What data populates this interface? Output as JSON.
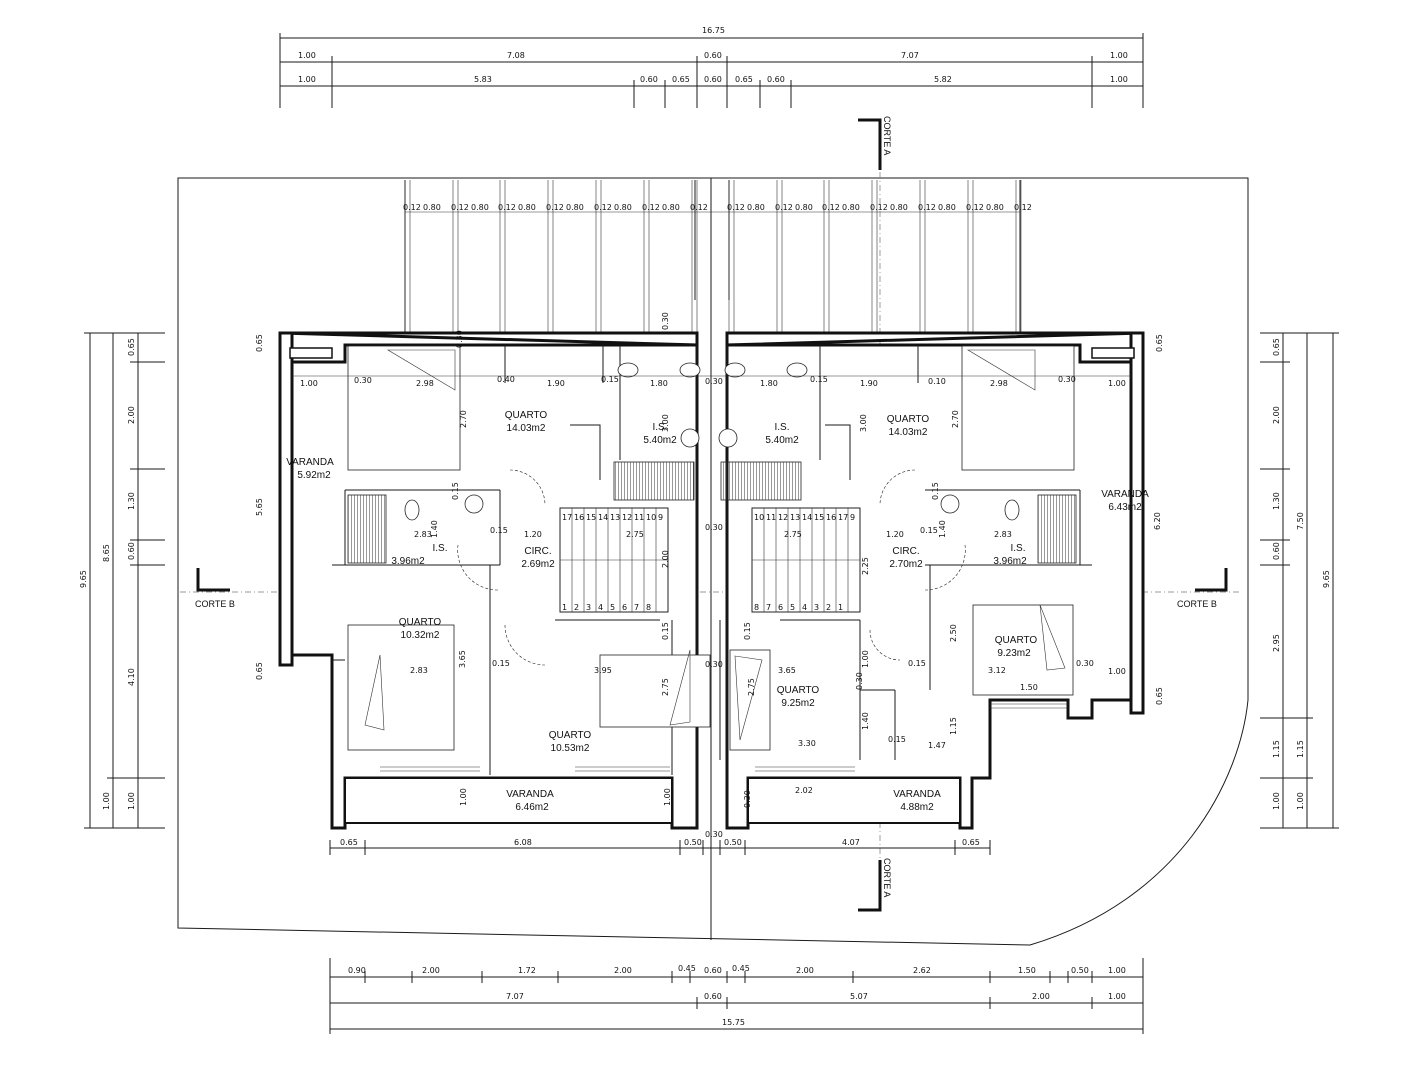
{
  "colors": {
    "ink": "#111111",
    "paper": "#ffffff"
  },
  "dims_top": {
    "total": "16.75",
    "row2": [
      "1.00",
      "7.08",
      "0.60",
      "7.07",
      "1.00"
    ],
    "row3": [
      "1.00",
      "5.83",
      "0.60",
      "0.65",
      "0.60",
      "0.65",
      "0.60",
      "5.82",
      "1.00"
    ]
  },
  "dims_bottom": {
    "row1": [
      "0.90",
      "2.00",
      "1.72",
      "2.00",
      "0.45",
      "0.60",
      "0.45",
      "2.00",
      "2.62",
      "1.50",
      "0.50",
      "1.00"
    ],
    "row2": [
      "7.07",
      "0.60",
      "5.07",
      "2.00",
      "1.00"
    ],
    "total": "15.75"
  },
  "dims_left": {
    "outer": "9.65",
    "mid": "8.65",
    "inner": [
      "0.65",
      "2.00",
      "1.30",
      "0.60",
      "4.10",
      "1.00"
    ],
    "bottom_outer": "1.00"
  },
  "dims_right": {
    "outer": "9.65",
    "mid": "7.50",
    "inner": [
      "0.65",
      "2.00",
      "1.30",
      "0.60",
      "2.95",
      "1.15",
      "1.00"
    ],
    "inner2": [
      "1.15",
      "1.00"
    ]
  },
  "dims_below_plan": [
    "0.65",
    "6.08",
    "0.50",
    "0.30",
    "0.50",
    "4.07",
    "0.65"
  ],
  "pergola": [
    "0.12",
    "0.80"
  ],
  "cortes": {
    "a_top": "CORTE A",
    "a_bottom": "CORTE A",
    "b_left": "CORTE B",
    "b_right": "CORTE B"
  },
  "rooms": {
    "quarto_tl": {
      "name": "QUARTO",
      "area": "14.03m2"
    },
    "is_tl": {
      "name": "I.S.",
      "area": "5.40m2"
    },
    "is_tr": {
      "name": "I.S.",
      "area": "5.40m2"
    },
    "quarto_tr": {
      "name": "QUARTO",
      "area": "14.03m2"
    },
    "varanda_l": {
      "name": "VARANDA",
      "area": "5.92m2"
    },
    "varanda_r": {
      "name": "VARANDA",
      "area": "6.43m2"
    },
    "is_ml": {
      "name": "I.S.",
      "area": "3.96m2"
    },
    "circ_l": {
      "name": "CIRC.",
      "area": "2.69m2"
    },
    "circ_r": {
      "name": "CIRC.",
      "area": "2.70m2"
    },
    "is_mr": {
      "name": "I.S.",
      "area": "3.96m2"
    },
    "quarto_ml": {
      "name": "QUARTO",
      "area": "10.32m2"
    },
    "quarto_bl": {
      "name": "QUARTO",
      "area": "10.53m2"
    },
    "quarto_bc": {
      "name": "QUARTO",
      "area": "9.25m2"
    },
    "quarto_mr": {
      "name": "QUARTO",
      "area": "9.23m2"
    },
    "varanda_bl": {
      "name": "VARANDA",
      "area": "6.46m2"
    },
    "varanda_br": {
      "name": "VARANDA",
      "area": "4.88m2"
    }
  },
  "inner_dims": {
    "d1": "0.30",
    "d2": "2.98",
    "d3": "0.40",
    "d4": "1.90",
    "d5": "0.15",
    "d6": "1.80",
    "d7": "0.30",
    "d8": "1.80",
    "d9": "0.15",
    "d10": "1.90",
    "d11": "0.10",
    "d12": "2.98",
    "d13": "0.30",
    "d14": "1.00",
    "d15": "1.00",
    "d16": "2.70",
    "d17": "3.00",
    "d18": "3.00",
    "d19": "2.70",
    "d20": "2.83",
    "d21": "0.15",
    "d22": "1.20",
    "d23": "2.75",
    "d24": "2.75",
    "d25": "1.20",
    "d26": "0.15",
    "d27": "2.83",
    "d28": "1.40",
    "d29": "1.40",
    "d30": "5.65",
    "d31": "6.20",
    "d32": "2.00",
    "d33": "2.25",
    "d34": "2.83",
    "d35": "3.65",
    "d36": "3.95",
    "d37": "3.65",
    "d38": "2.75",
    "d39": "2.75",
    "d40": "2.50",
    "d41": "3.12",
    "d42": "1.50",
    "d43": "1.00",
    "d44": "0.30",
    "d45": "0.30",
    "d46": "1.40",
    "d47": "3.30",
    "d48": "0.15",
    "d49": "1.47",
    "d50": "1.15",
    "d51": "2.02",
    "d52": "1.00",
    "d53": "1.00",
    "d54": "0.30",
    "d55": "0.65",
    "d56": "0.65",
    "d57": "0.65",
    "d58": "0.65",
    "d59": "0.30",
    "d60": "0.15",
    "d61": "0.15",
    "d62": "0.15",
    "d63": "0.15",
    "d64": "0.30",
    "d65": "0.30",
    "d66": "0.30",
    "d67": "1.00",
    "d68": "0.15",
    "d69": "0.15"
  },
  "stairs_l": [
    "17",
    "16",
    "15",
    "14",
    "13",
    "12",
    "11",
    "10",
    "9",
    "1",
    "2",
    "3",
    "4",
    "5",
    "6",
    "7",
    "8"
  ],
  "stairs_r": [
    "10",
    "11",
    "12",
    "13",
    "14",
    "15",
    "16",
    "17",
    "9",
    "8",
    "7",
    "6",
    "5",
    "4",
    "3",
    "2",
    "1"
  ]
}
